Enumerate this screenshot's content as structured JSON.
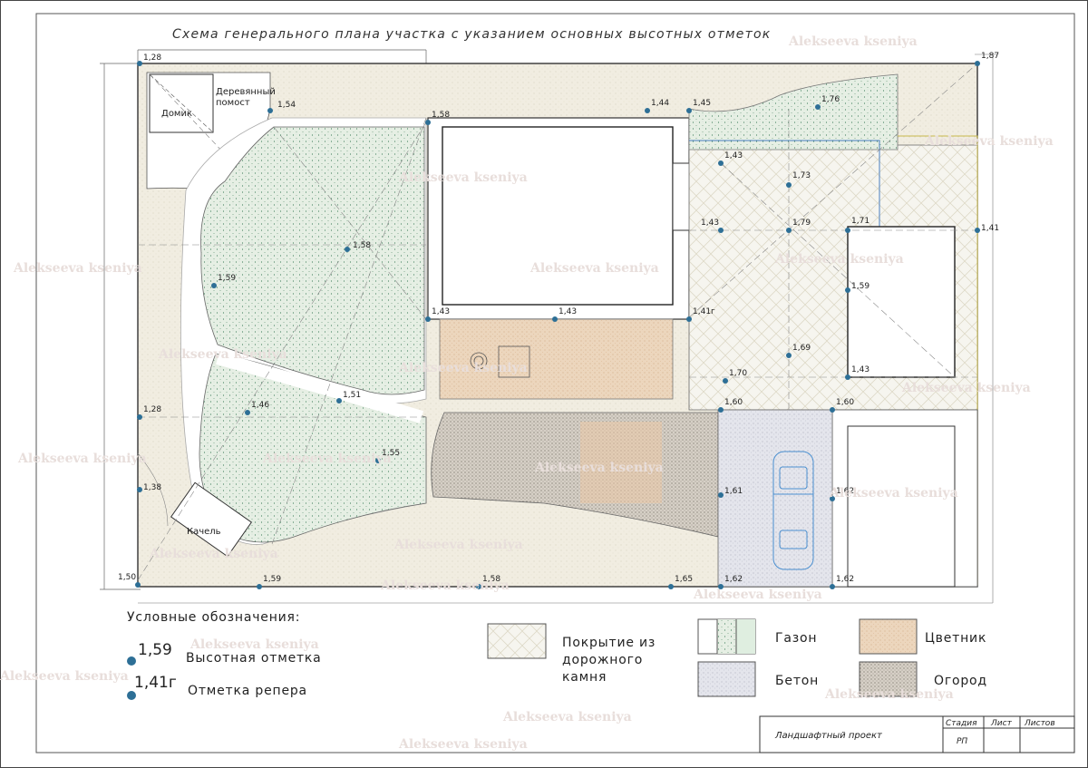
{
  "title": "Схема генерального плана участка с указанием основных высотных отметок",
  "buildings": {
    "small_house": "Домик",
    "deck": [
      "Деревянный",
      "помост"
    ],
    "swing": "Качель"
  },
  "elevations": [
    "1,28",
    "1,54",
    "1,58",
    "1,44",
    "1,45",
    "1,87",
    "1,76",
    "1,43",
    "1,73",
    "1,43",
    "1,79",
    "1,71",
    "1,41",
    "1,58",
    "1,59",
    "1,59",
    "1,43",
    "1,43",
    "1,41г",
    "1,69",
    "1,70",
    "1,43",
    "1,60",
    "1,60",
    "1,46",
    "1,51",
    "1,55",
    "1,28",
    "1,38",
    "1,61",
    "1,62",
    "1,50",
    "1,59",
    "1,58",
    "1,65",
    "1,62",
    "1,62"
  ],
  "legend": {
    "title": "Условные обозначения:",
    "elev_sample": "1,59",
    "elev_label": "Высотная отметка",
    "bench_sample": "1,41г",
    "bench_label": "Отметка репера",
    "paving": [
      "Покрытие из",
      "дорожного",
      "камня"
    ],
    "lawn": "Газон",
    "concrete": "Бетон",
    "flowerbed": "Цветник",
    "garden": "Огород"
  },
  "stamp": {
    "project": "Ландшафтный проект",
    "col_stage": "Стадия",
    "col_sheet": "Лист",
    "col_sheets": "Листов",
    "stage": "РП"
  },
  "watermark": "Alekseeva kseniya",
  "colors": {
    "sand": "#f1ede1",
    "lawn": "#e3ede2",
    "flower": "#ecd8c0",
    "garden": "#cfc8be",
    "concrete": "#e2e3ea",
    "paving": "#f5f4ef",
    "dot": "#2d6f96",
    "line": "#333333"
  }
}
